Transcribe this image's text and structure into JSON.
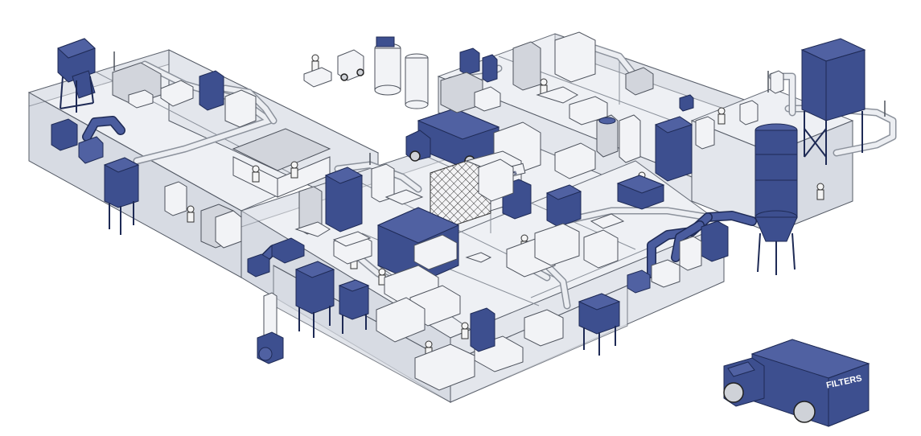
{
  "diagram": {
    "type": "isometric-facility-illustration",
    "colors": {
      "equipment_highlight": "#3d4f8f",
      "building": "#e3e6ec",
      "outline": "#555b66",
      "background": "#ffffff"
    },
    "labels": {
      "truck_side": "FILTERS",
      "booth_sign": "Filters"
    }
  }
}
